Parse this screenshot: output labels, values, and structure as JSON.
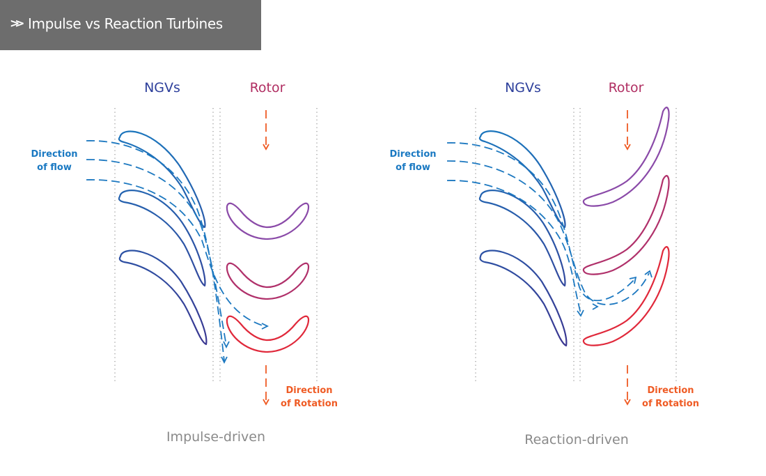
{
  "header": {
    "chevron_icon": "double-chevron-right-icon",
    "title": "Impulse vs Reaction Turbines"
  },
  "colors": {
    "title_bar": "#6d6d6d",
    "ngv_label": "#2d3f9b",
    "rotor_label": "#b02e62",
    "flow": "#1a79c2",
    "rotation": "#ef5b24",
    "caption": "#8a8a8a"
  },
  "impulse": {
    "ngv_label": "NGVs",
    "rotor_label": "Rotor",
    "flow_label_line1": "Direction",
    "flow_label_line2": "of flow",
    "rotation_label_line1": "Direction",
    "rotation_label_line2": "of Rotation",
    "caption": "Impulse-driven"
  },
  "reaction": {
    "ngv_label": "NGVs",
    "rotor_label": "Rotor",
    "flow_label_line1": "Direction",
    "flow_label_line2": "of flow",
    "rotation_label_line1": "Direction",
    "rotation_label_line2": "of Rotation",
    "caption": "Reaction-driven"
  }
}
